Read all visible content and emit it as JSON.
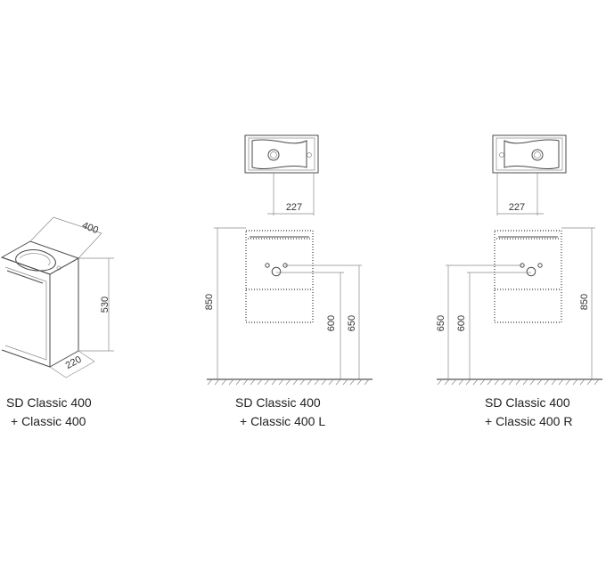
{
  "views": [
    {
      "caption_line1": "SD Classic 400",
      "caption_line2": "+ Classic 400",
      "dims": {
        "width": "400",
        "height": "530",
        "depth": "220"
      }
    },
    {
      "caption_line1": "SD Classic 400",
      "caption_line2": "+ Classic 400 L",
      "dims": {
        "top": "227",
        "total": "850",
        "mid1": "600",
        "mid2": "650"
      }
    },
    {
      "caption_line1": "SD Classic 400",
      "caption_line2": "+ Classic 400 R",
      "dims": {
        "top": "227",
        "left1": "650",
        "left2": "600",
        "right": "850"
      }
    }
  ]
}
